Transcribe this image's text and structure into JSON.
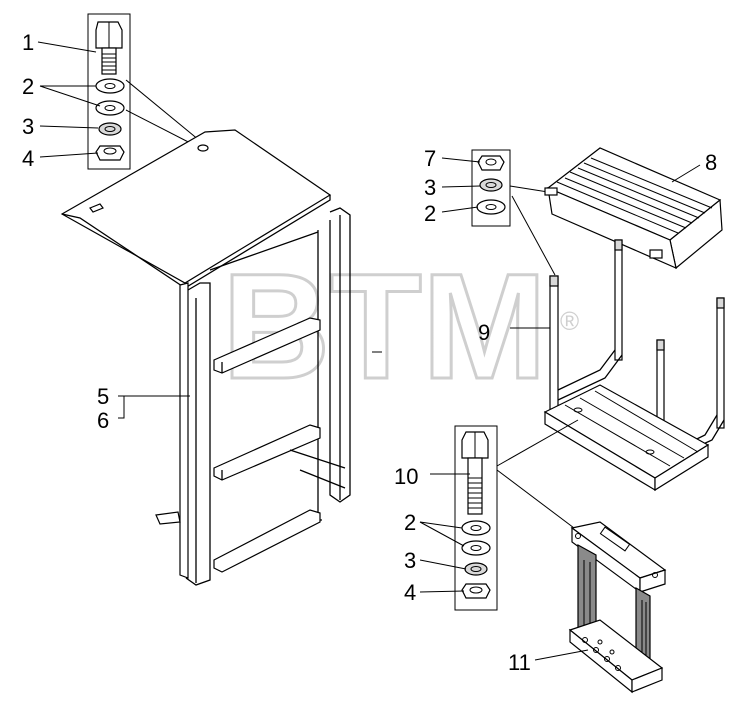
{
  "watermark": {
    "text": "BTM",
    "mark": "®"
  },
  "labels": {
    "l1": "1",
    "l2_top": "2",
    "l3_top": "3",
    "l4_top": "4",
    "l5": "5",
    "l6": "6",
    "l7": "7",
    "l3_mid": "3",
    "l2_mid": "2",
    "l8": "8",
    "l9": "9",
    "l10": "10",
    "l2_bot": "2",
    "l3_bot": "3",
    "l4_bot": "4",
    "l11": "11"
  }
}
